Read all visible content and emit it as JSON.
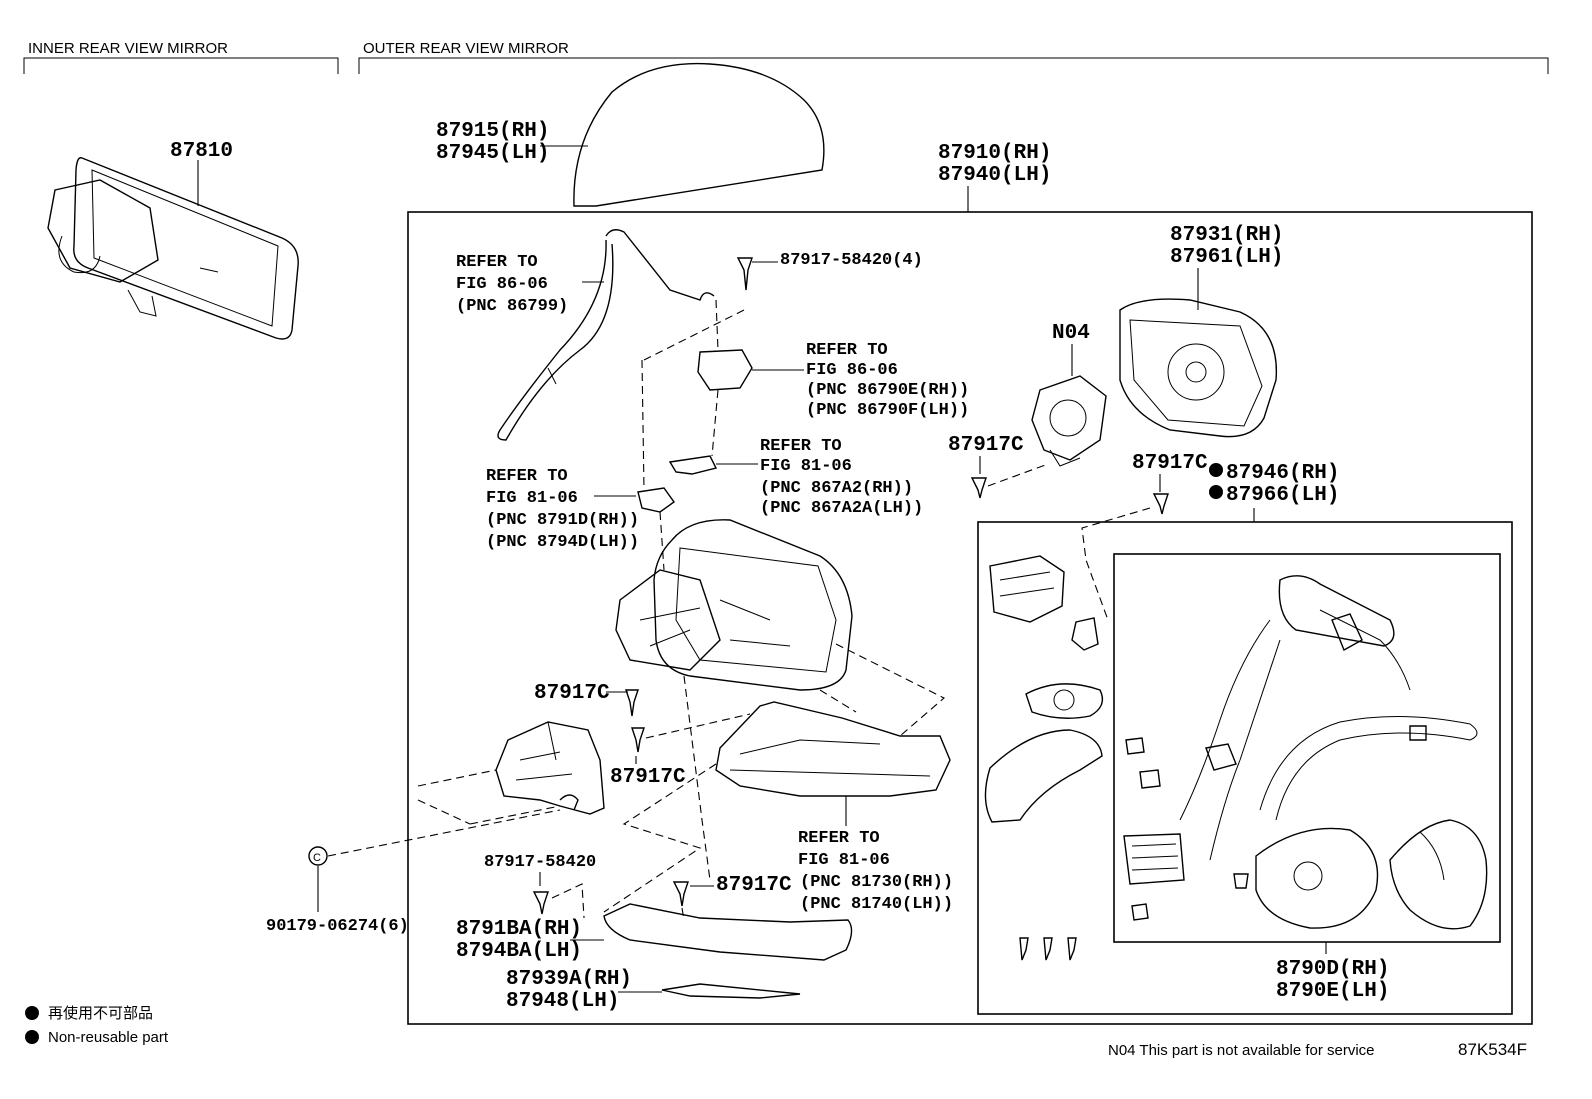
{
  "headers": {
    "inner": "INNER REAR VIEW MIRROR",
    "outer": "OUTER REAR VIEW MIRROR"
  },
  "parts": {
    "inner_mirror": "87810",
    "cover_rh": "87915(RH)",
    "cover_lh": "87945(LH)",
    "assy_rh": "87910(RH)",
    "assy_lh": "87940(LH)",
    "glass_rh": "87931(RH)",
    "glass_lh": "87961(LH)",
    "motor": "N04",
    "screw_top": "87917-58420(4)",
    "screw_c1": "87917C",
    "screw_c2": "87917C",
    "screw_c3": "87917C",
    "screw_c4": "87917C",
    "screw_c5": "87917C",
    "kit_rh": "87946(RH)",
    "kit_lh": "87966(LH)",
    "screw_bottom": "87917-58420",
    "clip": "90179-06274(6)",
    "cover_lower_rh": "8791BA(RH)",
    "cover_lower_lh": "8794BA(LH)",
    "seal_rh": "87939A(RH)",
    "seal_lh": "87948(LH)",
    "sub_rh": "8790D(RH)",
    "sub_lh": "8790E(LH)",
    "clip_symbol": "C"
  },
  "refs": {
    "r1": [
      "REFER TO",
      "FIG 86-06",
      "(PNC 86799)"
    ],
    "r2": [
      "REFER TO",
      "FIG 86-06",
      "(PNC 86790E(RH))",
      "(PNC 86790F(LH))"
    ],
    "r3": [
      "REFER TO",
      "FIG 81-06",
      "(PNC 867A2(RH))",
      "(PNC 867A2A(LH))"
    ],
    "r4": [
      "REFER TO",
      "FIG 81-06",
      "(PNC 8791D(RH))",
      "(PNC 8794D(LH))"
    ],
    "r5": [
      "REFER TO",
      "FIG 81-06",
      "(PNC 81730(RH))",
      "(PNC 81740(LH))"
    ]
  },
  "legend": {
    "jp": "再使用不可部品",
    "en": "Non-reusable part"
  },
  "footer": {
    "note": "N04 This part is not available for service",
    "code": "87K534F"
  }
}
